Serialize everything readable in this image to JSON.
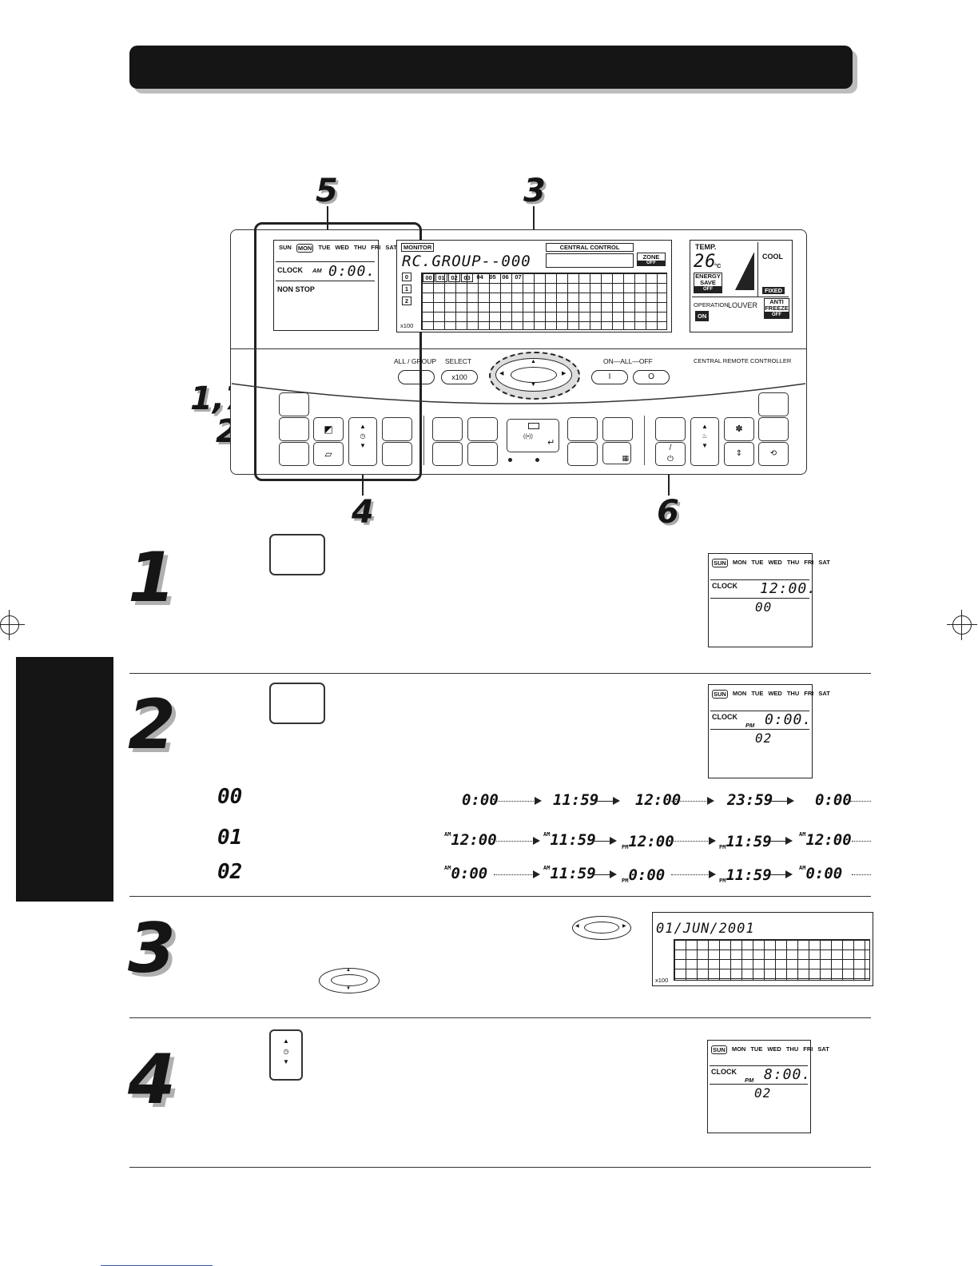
{
  "callouts": {
    "c5": "5",
    "c3": "3",
    "c17": "1,7",
    "c2": "2",
    "c4": "4",
    "c6": "6"
  },
  "panel": {
    "days": [
      "SUN",
      "MON",
      "TUE",
      "WED",
      "THU",
      "FRI",
      "SAT"
    ],
    "clock_label": "CLOCK",
    "clock_ampm": "AM",
    "clock_time": "0:00.",
    "non_stop": "NON STOP",
    "monitor": "MONITOR",
    "group_text": "RC.GROUP--000",
    "central_control": "CENTRAL CONTROL",
    "zone": "ZONE",
    "zone_off": "OFF",
    "col_headers": [
      "00",
      "01",
      "02",
      "03",
      "04",
      "05",
      "06",
      "07"
    ],
    "row_headers": [
      "0",
      "1",
      "2"
    ],
    "x100": "x100",
    "temp_label": "TEMP.",
    "temp_value": "26",
    "temp_unit": "°C",
    "energy_save": "ENERGY SAVE",
    "energy_off": "OFF",
    "cool": "COOL",
    "fixed": "FIXED",
    "operation": "OPERATION",
    "operation_on": "ON",
    "louver": "LOUVER",
    "anti_freeze": "ANTI FREEZE",
    "anti_off": "OFF",
    "all_group": "ALL / GROUP",
    "select": "SELECT",
    "x100_btn": "x100",
    "on_all_off": "ON—ALL—OFF",
    "on_sym": "I",
    "off_sym": "O",
    "central_remote": "CENTRAL REMOTE CONTROLLER"
  },
  "steps": [
    {
      "num": "1",
      "lcd_clock": "CLOCK",
      "lcd_time": "12:00.",
      "lcd_mode": "00"
    },
    {
      "num": "2",
      "lcd_clock": "CLOCK",
      "lcd_ampm": "PM",
      "lcd_time": "0:00.",
      "lcd_mode": "02"
    },
    {
      "num": "3",
      "date": "01/JUN/2001",
      "x100": "x100"
    },
    {
      "num": "4",
      "lcd_clock": "CLOCK",
      "lcd_ampm": "PM",
      "lcd_time": "8:00.",
      "lcd_mode": "02"
    }
  ],
  "modes": [
    {
      "label": "00",
      "seq": [
        "0:00",
        "11:59",
        "12:00",
        "23:59",
        "0:00"
      ],
      "ampm": [
        "",
        "",
        "",
        "",
        ""
      ]
    },
    {
      "label": "01",
      "seq": [
        "12:00",
        "11:59",
        "12:00",
        "11:59",
        "12:00"
      ],
      "ampm": [
        "AM",
        "AM",
        "PM",
        "PM",
        "AM"
      ]
    },
    {
      "label": "02",
      "seq": [
        "0:00",
        "11:59",
        "0:00",
        "11:59",
        "0:00"
      ],
      "ampm": [
        "AM",
        "AM",
        "PM",
        "PM",
        "AM"
      ]
    }
  ]
}
